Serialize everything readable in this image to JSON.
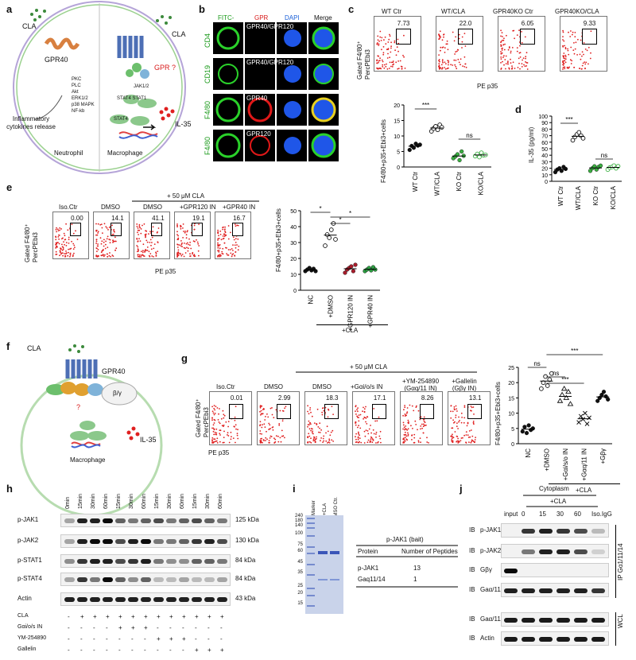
{
  "panels": {
    "a": "a",
    "b": "b",
    "c": "c",
    "d": "d",
    "e": "e",
    "f": "f",
    "g": "g",
    "h": "h",
    "i": "i",
    "j": "j"
  },
  "a": {
    "cla": "CLA",
    "cla2": "CLA",
    "gpr40": "GPR40",
    "gpr_q": "GPR ?",
    "pathway": [
      "PKC",
      "PLC",
      "Akt",
      "ERK1/2",
      "p38 MAPK",
      "NF-kb"
    ],
    "jak": "JAK1/2",
    "stat_top": "STAT4  STAT1",
    "stat_bot": "STAT4",
    "release": "Inflammatory cytokines release",
    "neutrophil": "Neutrophil",
    "macrophage": "Macrophage",
    "il35": "IL-35"
  },
  "b": {
    "headers": [
      "FITC-",
      "GPR",
      "DAPI",
      "Merge"
    ],
    "header_colors": [
      "#1a9a1a",
      "#d81b1b",
      "#1a5fd8",
      "#111111"
    ],
    "rows": [
      "CD4",
      "CD19",
      "F4/80",
      "F4/80"
    ],
    "row_tags": [
      "GPR40/GPR120",
      "GPR40/GPR120",
      "GPR40",
      "GPR120"
    ]
  },
  "c": {
    "headers": [
      "WT Ctr",
      "WT/CLA",
      "GPR40KO Ctr",
      "GPR40KO/CLA"
    ],
    "values": [
      "7.73",
      "22.0",
      "6.05",
      "9.33"
    ],
    "ylabel_top": "Gated F4/80⁺",
    "ylabel": "PercPEbi3",
    "xlabel": "PE p35",
    "plot_ylabel": "F4/80+p35+Ebi3+cells",
    "yticks": [
      "0",
      "5",
      "10",
      "15",
      "20"
    ],
    "cats": [
      "WT Ctr",
      "WT/CLA",
      "KO Ctr",
      "KO/CLA"
    ],
    "sig1": "***",
    "sig2": "ns"
  },
  "d": {
    "ylabel": "IL-35 (pg/ml)",
    "yticks": [
      "0",
      "10",
      "20",
      "30",
      "40",
      "50",
      "60",
      "70",
      "80",
      "90",
      "100"
    ],
    "cats": [
      "WT Ctr",
      "WT/CLA",
      "KO Ctr",
      "KO/CLA"
    ],
    "sig1": "***",
    "sig2": "ns"
  },
  "e": {
    "treat": "+ 50 μM CLA",
    "headers": [
      "Iso.Ctr",
      "DMSO",
      "DMSO",
      "+GPR120 IN",
      "+GPR40 IN"
    ],
    "values": [
      "0.00",
      "14.1",
      "41.1",
      "19.1",
      "16.7"
    ],
    "ylabel_top": "Gated F4/80⁺",
    "ylabel": "PercPEbi3",
    "xlabel": "PE p35",
    "plot_ylabel": "F4/80+p35+Ebi3+cells",
    "yticks": [
      "0",
      "10",
      "20",
      "30",
      "40",
      "50"
    ],
    "cats": [
      "NC",
      "+DMSO",
      "+GPR120 IN",
      "+GPR40 IN"
    ],
    "group": "+CLA",
    "sig": [
      "*",
      "*",
      "*"
    ]
  },
  "f": {
    "cla": "CLA",
    "gpr40": "GPR40",
    "bg": "β/γ",
    "q": "?",
    "il35": "IL-35",
    "macrophage": "Macrophage"
  },
  "g": {
    "treat": "+ 50 μM CLA",
    "headers": [
      "Iso.Ctr",
      "DMSO",
      "DMSO",
      "+Gαi/o/s IN",
      "+YM-254890 (Gαq/11 IN)",
      "+Gallelin (Gβγ IN)"
    ],
    "values": [
      "0.01",
      "2.99",
      "18.3",
      "17.1",
      "8.26",
      "13.1"
    ],
    "ylabel_top": "Gated F4/80⁺",
    "ylabel": "PercPEbi3",
    "xlabel": "PE p35",
    "plot_ylabel": "F4/80+p35+Ebi3+cells",
    "yticks": [
      "0",
      "5",
      "10",
      "15",
      "20",
      "25"
    ],
    "cats": [
      "NC",
      "+DMSO",
      "+Gαi/s/o IN",
      "+Gαq/11 IN",
      "+Gβγ"
    ],
    "group": "+CLA",
    "sig": [
      "ns",
      "***",
      "ns",
      "***"
    ]
  },
  "h": {
    "times": [
      "0min",
      "15min",
      "30min",
      "60min",
      "15min",
      "30min",
      "60min",
      "15min",
      "30min",
      "60min",
      "15min",
      "30min",
      "60min"
    ],
    "rows": [
      "p-JAK1",
      "p-JAK2",
      "p-STAT1",
      "p-STAT4",
      "Actin"
    ],
    "kda": [
      "125 kDa",
      "130 kDa",
      "84 kDa",
      "84 kDa",
      "43 kDa"
    ],
    "treatments": [
      "CLA",
      "Gαi/o/s IN",
      "YM-254890",
      "Gallelin"
    ],
    "signs": [
      [
        "-",
        "+",
        "+",
        "+",
        "+",
        "+",
        "+",
        "+",
        "+",
        "+",
        "+",
        "+",
        "+"
      ],
      [
        "-",
        "-",
        "-",
        "-",
        "+",
        "+",
        "+",
        "-",
        "-",
        "-",
        "-",
        "-",
        "-"
      ],
      [
        "-",
        "-",
        "-",
        "-",
        "-",
        "-",
        "-",
        "+",
        "+",
        "+",
        "-",
        "-",
        "-"
      ],
      [
        "-",
        "-",
        "-",
        "-",
        "-",
        "-",
        "-",
        "-",
        "-",
        "-",
        "+",
        "+",
        "+"
      ]
    ]
  },
  "i": {
    "marker_labels": [
      "Marker",
      "+CLA",
      "DMSO Ctr."
    ],
    "mw": [
      "240",
      "180",
      "140",
      "100",
      "75",
      "60",
      "45",
      "35",
      "25",
      "20",
      "15"
    ],
    "table_title": "p-JAK1 (bait)",
    "col1": "Protein",
    "col2": "Number of Peptides",
    "rows": [
      [
        "p-JAK1",
        "13"
      ],
      [
        "Gaq11/14",
        "1"
      ]
    ]
  },
  "j": {
    "title": "Cytoplasm",
    "cla": "+CLA",
    "lanes": [
      "input",
      "0",
      "15",
      "30",
      "60",
      "Iso.IgG"
    ],
    "ib_rows": [
      "p-JAK1",
      "p-JAK2",
      "Gβγ",
      "Gaα/11/14"
    ],
    "wcl_rows": [
      "Gaα/11/14",
      "Actin"
    ],
    "ib": "IB",
    "ip_label": "IP Gα1/11/14",
    "wcl": "WCL"
  }
}
